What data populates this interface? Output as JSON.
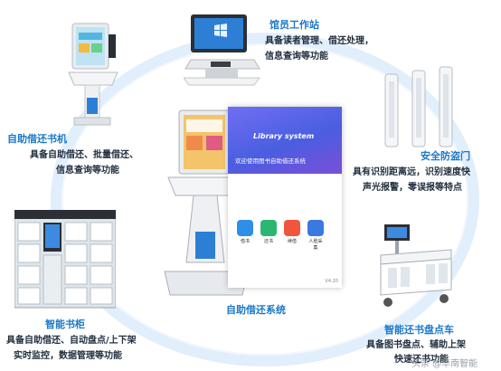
{
  "title": "",
  "nodes": {
    "staff_workstation": {
      "title": "馆员工作站",
      "desc": [
        "具备读者管理、借还处理，",
        "信息查询等功能"
      ]
    },
    "self_service_kiosk": {
      "title": "自助借还书机",
      "desc": [
        "具备自助借还、批量借还、",
        "信息查询等功能"
      ]
    },
    "security_gate": {
      "title": "安全防盗门",
      "desc": [
        "具有识别距离远，识别速度快",
        "声光报警，零误报等特点"
      ]
    },
    "self_service_system": {
      "title": "自助借还系统"
    },
    "smart_cabinet": {
      "title": "智能书柜",
      "desc": [
        "具备自助借还、自动盘点/上下架",
        "实时监控，数据管理等功能"
      ]
    },
    "inventory_cart": {
      "title": "智能还书盘点车",
      "desc": [
        "具备图书盘点、辅助上架",
        "快速还书功能"
      ]
    }
  },
  "screen": {
    "brand": "Library system",
    "welcome": "欢迎使用图书自助借还系统",
    "tiles": [
      {
        "label": "借书",
        "color": "#2f8fe8"
      },
      {
        "label": "还书",
        "color": "#2bb673"
      },
      {
        "label": "续借",
        "color": "#f0563c"
      },
      {
        "label": "人脸采集",
        "color": "#3a79e0"
      }
    ],
    "footer": "V4.20"
  },
  "watermark": "头条 @华南智能"
}
